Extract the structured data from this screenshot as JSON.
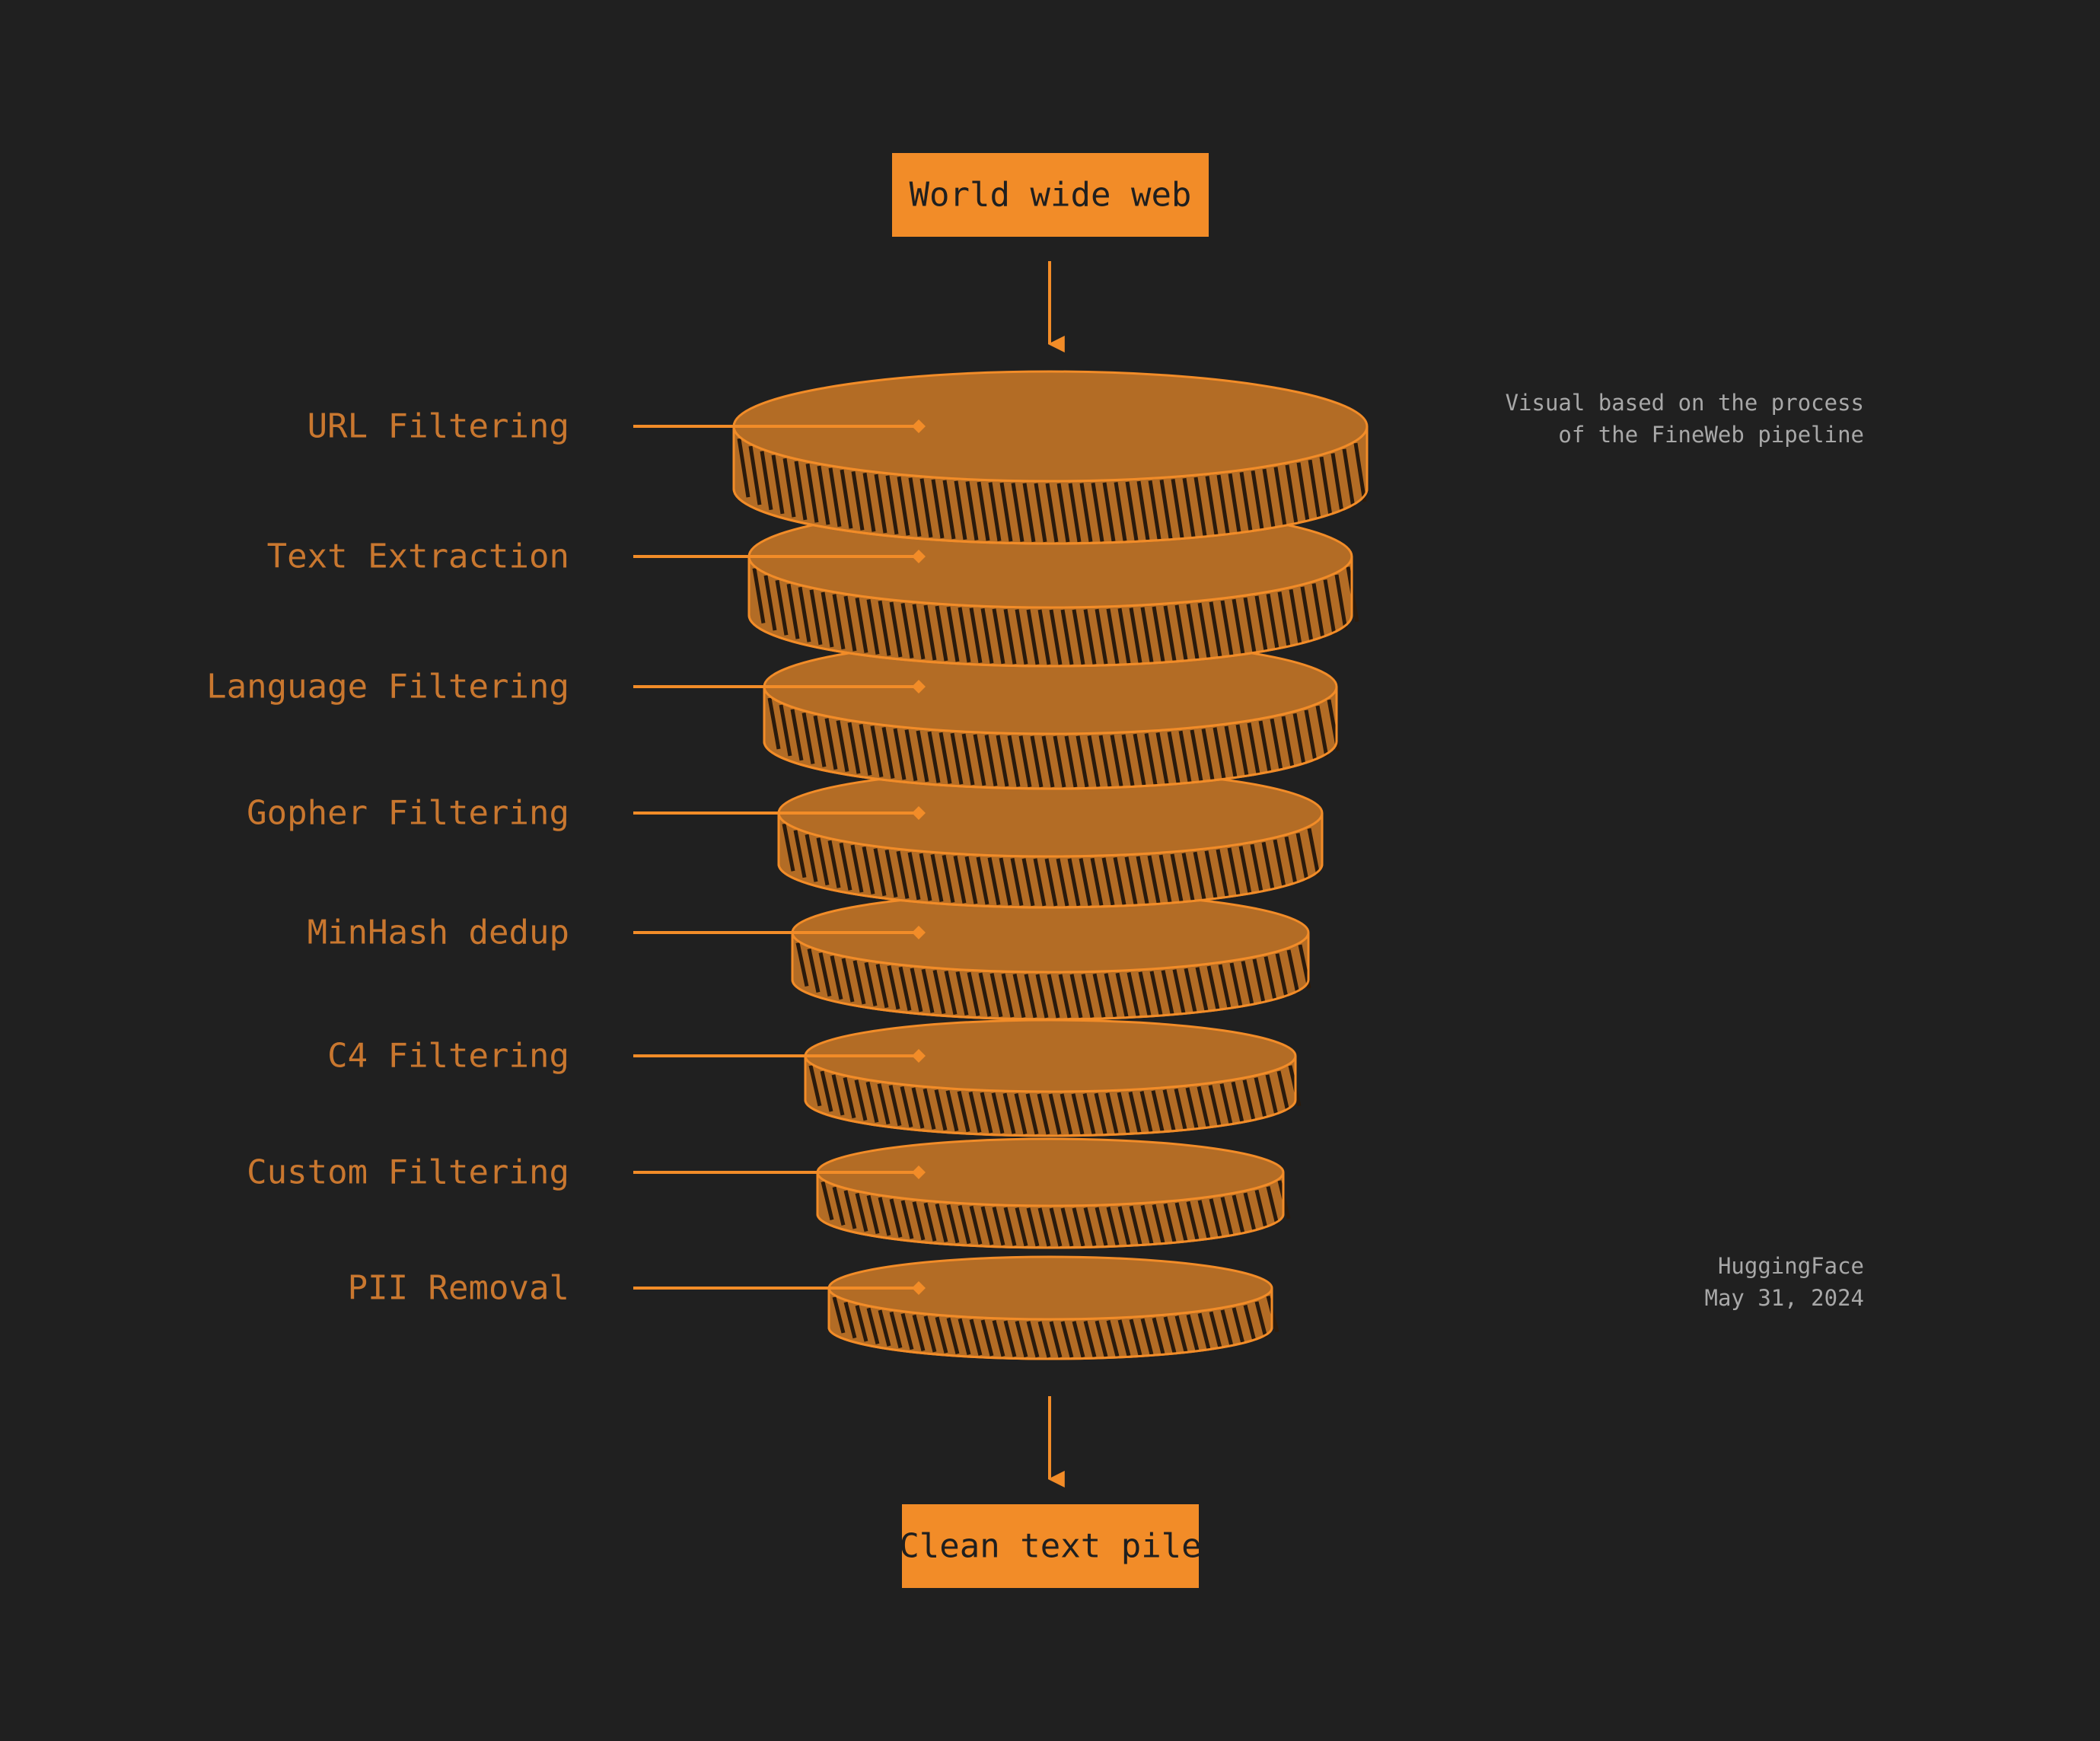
{
  "colors": {
    "background": "#202020",
    "accent": "#f28c28",
    "disk_fill": "#b36c25",
    "label_text": "#c9772f",
    "note_text": "#a8a8a8"
  },
  "source_box": {
    "label": "World wide web"
  },
  "output_box": {
    "label": "Clean text pile"
  },
  "stages": [
    {
      "label": "URL Filtering"
    },
    {
      "label": "Text Extraction"
    },
    {
      "label": "Language Filtering"
    },
    {
      "label": "Gopher Filtering"
    },
    {
      "label": "MinHash dedup"
    },
    {
      "label": "C4 Filtering"
    },
    {
      "label": "Custom Filtering"
    },
    {
      "label": "PII Removal"
    }
  ],
  "note": {
    "line1": "Visual based on the process",
    "line2": "of the FineWeb pipeline"
  },
  "credit": {
    "author": "HuggingFace",
    "date": "May 31, 2024"
  }
}
